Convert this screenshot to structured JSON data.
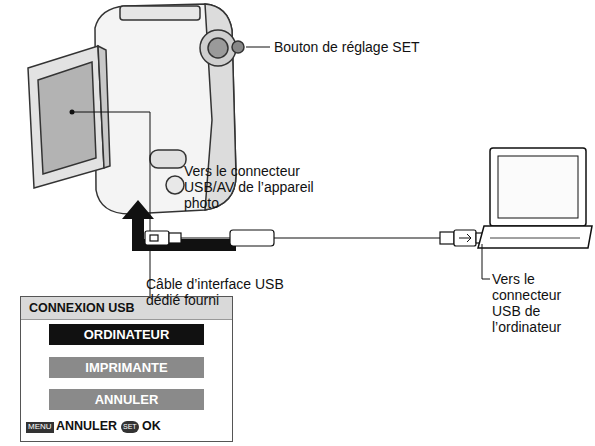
{
  "diagram": {
    "nodes": [
      {
        "text": [
          "CONNEXION USB"
        ]
      },
      {
        "text": [
          "ORDINATEUR"
        ],
        "in": 0
      },
      {
        "text": [
          "IMPRIMANTE"
        ],
        "in": 0
      },
      {
        "text": [
          "ANNULER"
        ],
        "in": 0
      }
    ],
    "labels": [
      "Bouton de réglage SET",
      "Vers le connecteur USB/AV de l’appareil photo",
      "Câble d’interface USB dédié fourni",
      "Vers le connecteur USB de l’ordinateur",
      "MENU",
      "ANNULER",
      "SET",
      "OK"
    ]
  }
}
